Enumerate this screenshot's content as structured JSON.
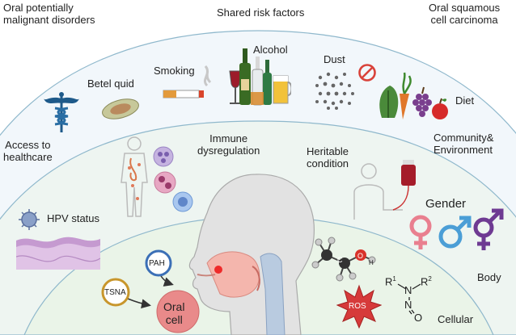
{
  "headers": {
    "left": [
      "Oral potentially",
      "malignant disorders"
    ],
    "center": "Shared risk factors",
    "right": [
      "Oral squamous",
      "cell carcinoma"
    ]
  },
  "community_layer": {
    "factors": {
      "access": [
        "Access to",
        "healthcare"
      ],
      "betel": "Betel quid",
      "smoking": "Smoking",
      "alcohol": "Alcohol",
      "dust": "Dust",
      "diet": "Diet"
    },
    "layer_label": [
      "Community&",
      "Environment"
    ]
  },
  "body_layer": {
    "factors": {
      "immune": [
        "Immune",
        "dysregulation"
      ],
      "heritable": [
        "Heritable",
        "condition"
      ],
      "hpv": "HPV status",
      "gender": "Gender"
    },
    "layer_label": "Body"
  },
  "cellular_layer": {
    "pah": "PAH",
    "tsna": "TSNA",
    "oral_cell": [
      "Oral",
      "cell"
    ],
    "ros": "ROS",
    "nitrosamine": {
      "r1": "R",
      "r1_sup": "1",
      "r2": "R",
      "r2_sup": "2",
      "n_top": "N",
      "n_mid": "N",
      "o": "O"
    },
    "ethanol_atoms": {
      "h": "H",
      "c": "C",
      "o": "O"
    },
    "layer_label": "Cellular"
  },
  "colors": {
    "arc_stroke": "#8fb8cc",
    "layer_fill_1": "#f2f7fb",
    "layer_fill_2": "#eef5f1",
    "layer_fill_3": "#eaf4e8",
    "pah_border": "#3b6fb6",
    "tsna_border": "#c8962c",
    "oral_cell_fill": "#e98a8a",
    "ros_fill": "#d63a3a",
    "female": "#e97f8f",
    "male": "#4b9ed6",
    "trans": "#6e3a92"
  }
}
